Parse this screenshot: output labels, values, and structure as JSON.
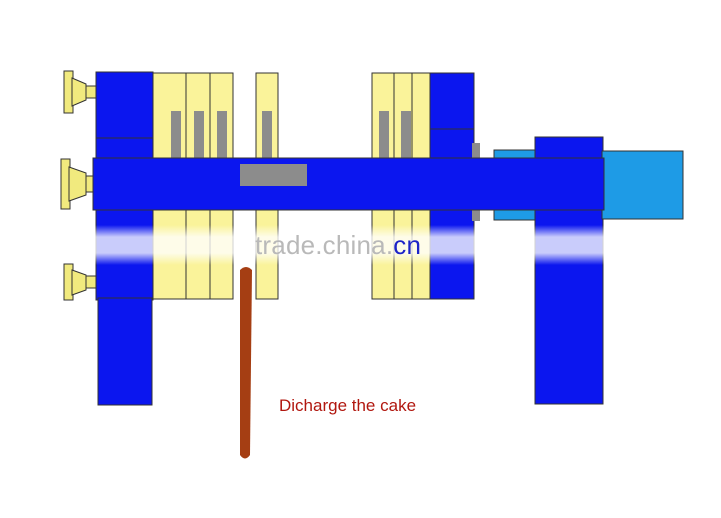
{
  "caption": "Dicharge the cake",
  "watermark": {
    "part1": "trade.china.",
    "part2": "cn"
  },
  "colors": {
    "frame": "#0b16ef",
    "plate": "#faf39a",
    "slot": "#8c8c8c",
    "motor": "#1e9be6",
    "handwheel": "#f1ea7e",
    "chute": "#a53e13",
    "caption": "#b1170f",
    "outline": "#333333"
  }
}
